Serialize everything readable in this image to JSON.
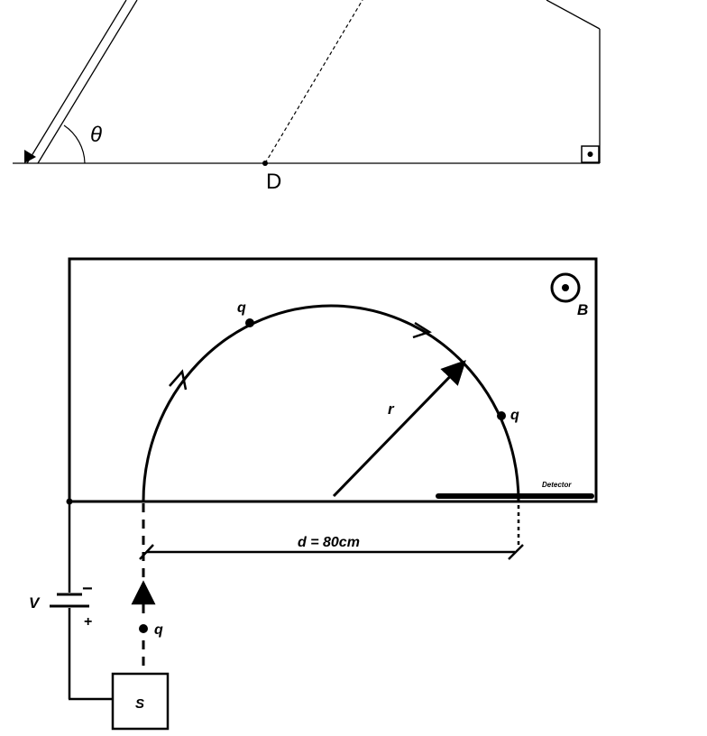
{
  "top_figure": {
    "angle_label": "θ",
    "point_label": "D"
  },
  "bottom_figure": {
    "field_label": "B",
    "charge_label": "q",
    "radius_label": "r",
    "detector_label": "Detector",
    "distance_label": "d = 80cm",
    "voltage_label": "V",
    "minus_label": "−",
    "plus_label": "+",
    "source_label": "S"
  },
  "colors": {
    "ink": "#000000",
    "background": "#ffffff"
  }
}
